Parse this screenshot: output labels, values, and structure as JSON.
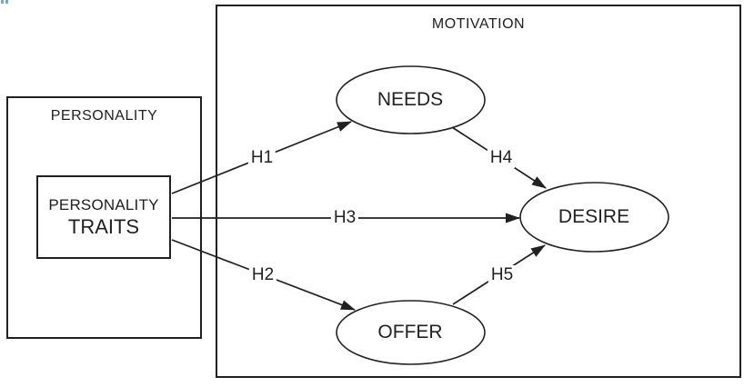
{
  "colors": {
    "line": "#212121",
    "background": "#ffffff",
    "artifact_blue": "#6fa8dc"
  },
  "diagram": {
    "groups": {
      "personality": {
        "label": "PERSONALITY"
      },
      "motivation": {
        "label": "MOTIVATION"
      }
    },
    "nodes": {
      "traits": {
        "line1": "PERSONALITY",
        "line2": "TRAITS",
        "shape": "rectangle",
        "group": "PERSONALITY"
      },
      "needs": {
        "label": "NEEDS",
        "shape": "ellipse",
        "group": "MOTIVATION"
      },
      "desire": {
        "label": "DESIRE",
        "shape": "ellipse",
        "group": "MOTIVATION"
      },
      "offer": {
        "label": "OFFER",
        "shape": "ellipse",
        "group": "MOTIVATION"
      }
    },
    "edges": {
      "h1": {
        "label": "H1",
        "from": "PERSONALITY TRAITS",
        "to": "NEEDS"
      },
      "h2": {
        "label": "H2",
        "from": "PERSONALITY TRAITS",
        "to": "OFFER"
      },
      "h3": {
        "label": "H3",
        "from": "PERSONALITY TRAITS",
        "to": "DESIRE"
      },
      "h4": {
        "label": "H4",
        "from": "NEEDS",
        "to": "DESIRE"
      },
      "h5": {
        "label": "H5",
        "from": "OFFER",
        "to": "DESIRE"
      }
    }
  }
}
